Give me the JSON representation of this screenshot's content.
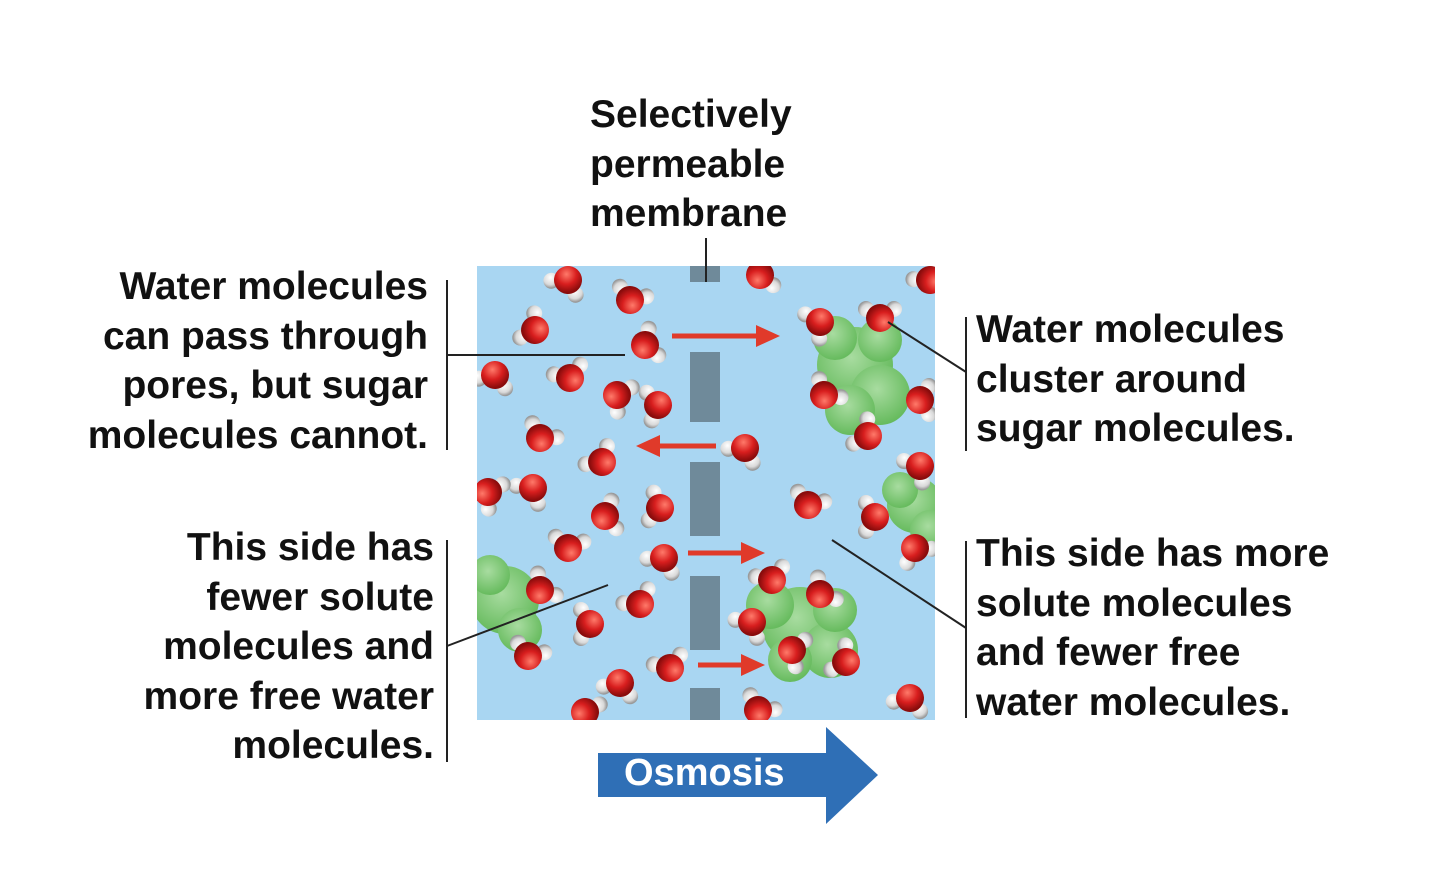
{
  "membrane_label": {
    "lines": [
      "Selectively",
      "permeable",
      "membrane"
    ]
  },
  "left_top_label": {
    "lines": [
      "Water molecules",
      "can pass through",
      "pores, but sugar",
      "molecules cannot."
    ]
  },
  "left_bottom_label": {
    "lines": [
      "This side has",
      "fewer solute",
      "molecules and",
      "more free water",
      "molecules."
    ]
  },
  "right_top_label": {
    "lines": [
      "Water molecules",
      "cluster around",
      "sugar molecules."
    ]
  },
  "right_bottom_label": {
    "lines": [
      "This side has more",
      "solute molecules",
      "and fewer free",
      "water molecules."
    ]
  },
  "osmosis_arrow": {
    "label": "Osmosis"
  },
  "colors": {
    "chamber_water": "#a9d6f2",
    "membrane": "#6f8a9a",
    "oxygen": "#d82020",
    "hydrogen": "#eeeeee",
    "sugar": "#6cc264",
    "flow_arrow": "#e03a2a",
    "osmosis_arrow": "#2f6fb6"
  }
}
